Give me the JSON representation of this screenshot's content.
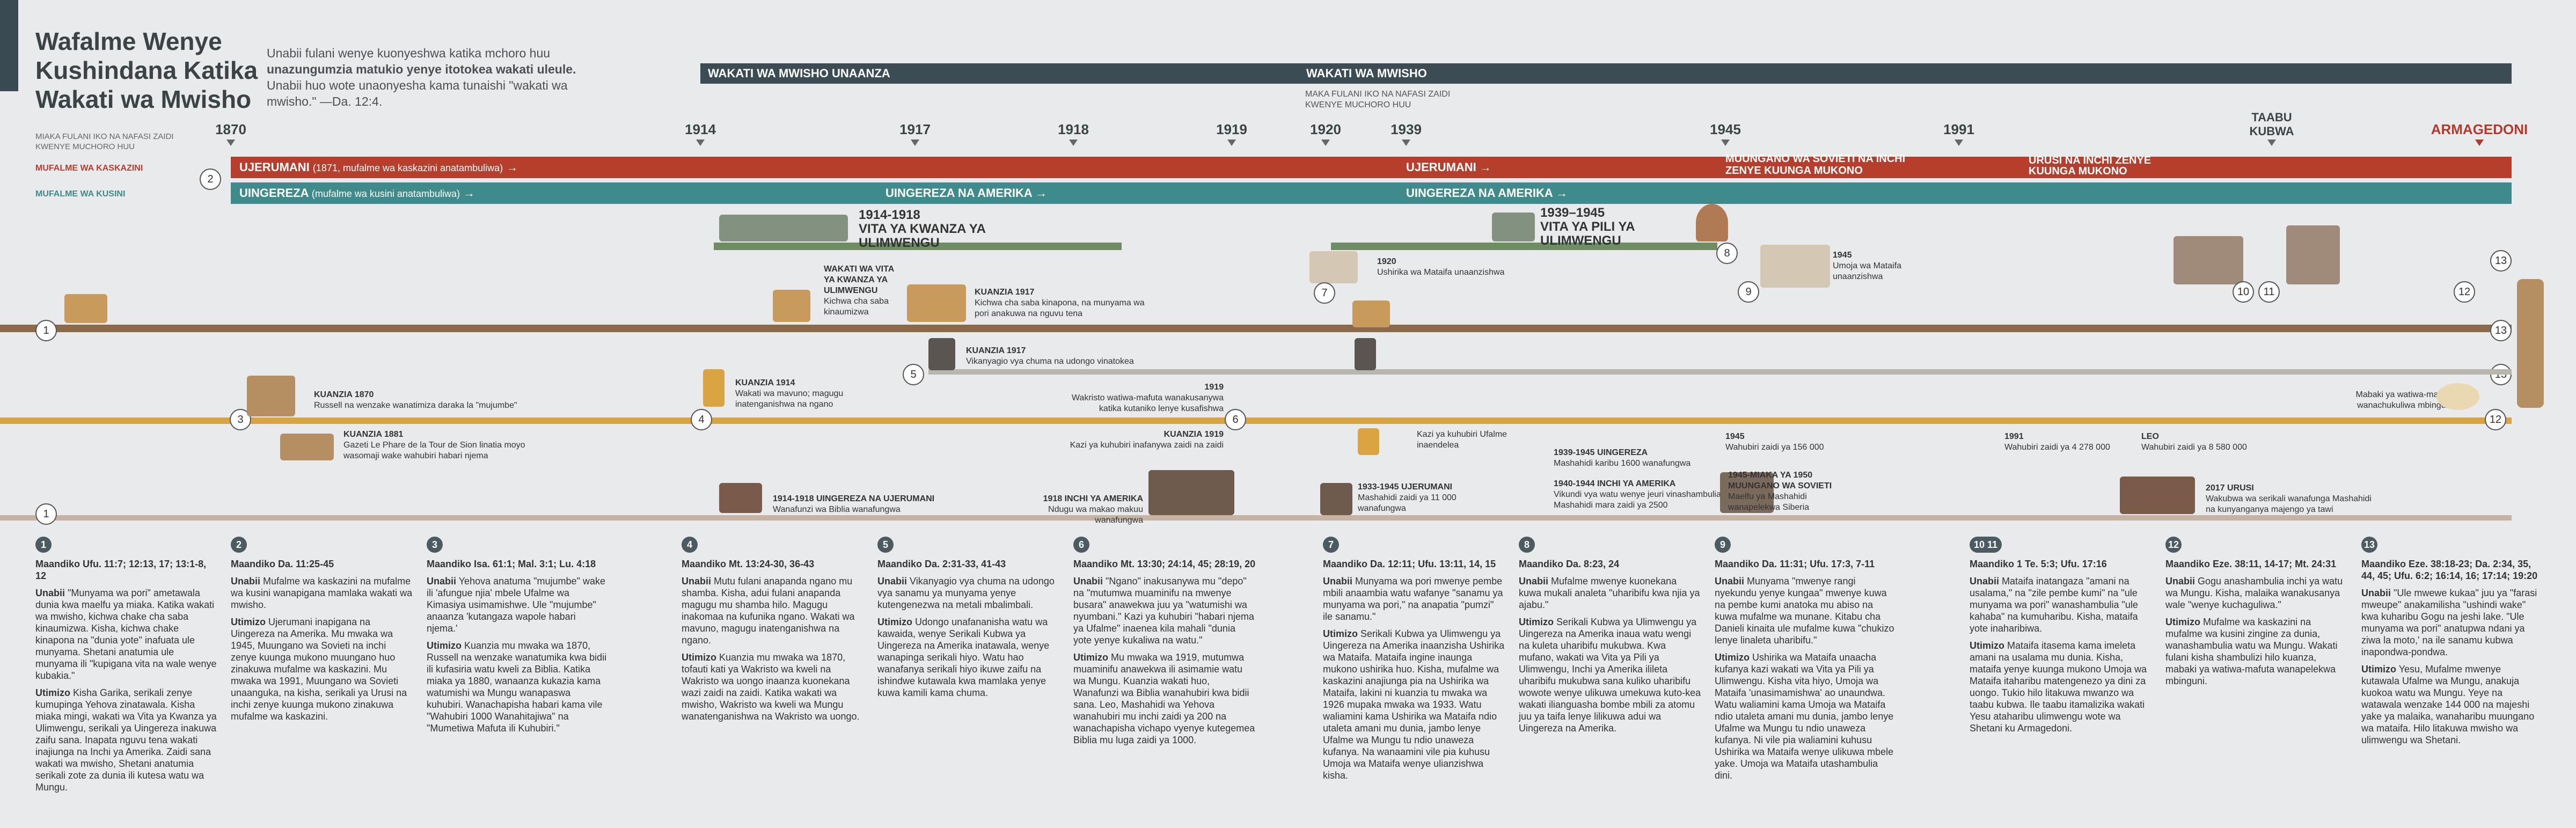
{
  "title": [
    "Wafalme Wenye",
    "Kushindana Katika",
    "Wakati wa Mwisho"
  ],
  "intro": {
    "lead": "Unabii fulani wenye kuonyeshwa katika mchoro huu",
    "bold": "unazungumzia matukio yenye itotokea wakati uleule.",
    "rest": "Unabii huo wote unaonyesha kama tunaishi \"wakati wa mwisho.\" —Da. 12:4."
  },
  "periods": {
    "first": "WAKATI WA MWISHO UNAANZA",
    "second": "WAKATI WA MWISHO",
    "second_note": "MAKA FULANI IKO NA NAFASI ZAIDI KWENYE MUCHORO HUU"
  },
  "axis_note": "MIAKA FULANI IKO NA NAFASI ZAIDI KWENYE MUCHORO HUU",
  "years": [
    "1870",
    "1914",
    "1917",
    "1918",
    "1919",
    "1920",
    "1939",
    "1945",
    "1991",
    "TAABU KUBWA",
    "ARMAGEDONI"
  ],
  "kings": {
    "north": "MUFALME WA KASKAZINI",
    "south": "MUFALME WA KUSINI"
  },
  "bands": {
    "red_1": "UJERUMANI",
    "red_1_note": "(1871, mufalme wa kaskazini anatambuliwa)",
    "red_2": "UJERUMANI",
    "red_3": "MUUNGANO WA SOVIETI NA INCHI ZENYE KUUNGA MUKONO",
    "red_4": "URUSI NA INCHI ZENYE KUUNGA MUKONO",
    "teal_1": "UINGEREZA",
    "teal_1_note": "(mufalme wa kusini anatambuliwa)",
    "teal_2": "UINGEREZA NA AMERIKA",
    "teal_3": "UINGEREZA NA AMERIKA"
  },
  "events": {
    "ww1_years": "1914-1918",
    "ww1": "VITA YA KWANZA YA ULIMWENGU",
    "ww2_years": "1939–1945",
    "ww2": "VITA YA PILI YA ULIMWENGU",
    "beast_title": "WAKATI WA VITA YA KWANZA YA ULIMWENGU",
    "beast_text": "Kichwa cha saba kinaumizwa",
    "k1917a_t": "KUANZIA 1917",
    "k1917a": "Kichwa cha saba kinapona, na munyama wa pori anakuwa na nguvu tena",
    "k1917b_t": "KUANZIA 1917",
    "k1917b": "Vikanyagio vya chuma na udongo vinatokea",
    "e1919_t": "1919",
    "e1919": "Wakristo watiwa-mafuta wanakusanywa katika kutaniko lenye kusafishwa",
    "e1920_t": "1920",
    "e1920": "Ushirika wa Mataifa unaanzishwa",
    "e1945_t": "1945",
    "e1945": "Umoja wa Mataifa unaanzishwa",
    "k1870_t": "KUANZIA 1870",
    "k1870": "Russell na wenzake wanatimiza daraka la \"mujumbe\"",
    "k1881_t": "KUANZIA 1881",
    "k1881": "Gazeti Le Phare de la Tour de Sion linatia moyo wasomaji wake wahubiri habari njema",
    "k1914_t": "KUANZIA 1914",
    "k1914": "Wakati wa mavuno; magugu inatenganishwa na ngano",
    "k1919_t": "KUANZIA 1919",
    "k1919": "Kazi ya kuhubiri inafanywa zaidi na zaidi",
    "end_t": "Mabaki ya watiwa-mafuta wanachukuliwa mbinguni",
    "un_pub": "Kazi ya kuhubiri Ufalme inaendelea",
    "pub1945_t": "1945",
    "pub1945": "Wahubiri zaidi ya 156 000",
    "pub1991_t": "1991",
    "pub1991": "Wahubiri zaidi ya 4 278 000",
    "leo_t": "LEO",
    "leo": "Wahubiri zaidi ya 8 580 000",
    "de1939_t": "1939-1945 UINGEREZA",
    "de1939": "Mashahidi karibu 1600 wanafungwa",
    "us1940_t": "1940-1944 INCHI YA AMERIKA",
    "us1940": "Vikundi vya watu wenye jeuri vinashambulia Mashahidi mara zaidi ya 2500",
    "de1933_t": "1933-1945 UJERUMANI",
    "de1933": "Mashahidi zaidi ya 11 000 wanafungwa",
    "ussr_t": "1945-MIAKA YA 1950 MUUNGANO WA SOVIETI",
    "ussr": "Maelfu ya Mashahidi wanapelekwa Siberia",
    "ru2017_t": "2017 URUSI",
    "ru2017": "Wakubwa wa serikali wanafunga Mashahidi na kunyanganya majengo ya tawi",
    "uk1914_t": "1914-1918 UINGEREZA NA UJERUMANI",
    "uk1914": "Wanafunzi wa Biblia wanafungwa",
    "us1918_t": "1918 INCHI YA AMERIKA",
    "us1918": "Ndugu wa makao makuu wanafungwa"
  },
  "columns": [
    {
      "num": "1",
      "ref": "Maandiko Ufu. 11:7; 12:13, 17; 13:1-8, 12",
      "unabii": "\"Munyama wa pori\" ametawala dunia kwa maelfu ya miaka. Katika wakati wa mwisho, kichwa chake cha saba kinaumizwa. Kisha, kichwa chake kinapona na \"dunia yote\" inafuata ule munyama. Shetani anatumia ule munyama ili \"kupigana vita na wale wenye kubakia.\"",
      "utimizo": "Kisha Garika, serikali zenye kumupinga Yehova zinatawala. Kisha miaka mingi, wakati wa Vita ya Kwanza ya Ulimwengu, serikali ya Uingereza inakuwa zaifu sana. Inapata nguvu tena wakati inajiunga na Inchi ya Amerika. Zaidi sana wakati wa mwisho, Shetani anatumia serikali zote za dunia ili kutesa watu wa Mungu."
    },
    {
      "num": "2",
      "ref": "Maandiko Da. 11:25-45",
      "unabii": "Mufalme wa kaskazini na mufalme wa kusini wanapigana mamlaka wakati wa mwisho.",
      "utimizo": "Ujerumani inapigana na Uingereza na Amerika. Mu mwaka wa 1945, Muungano wa Sovieti na inchi zenye kuunga mukono muungano huo zinakuwa mufalme wa kaskazini. Mu mwaka wa 1991, Muungano wa Sovieti unaanguka, na kisha, serikali ya Urusi na inchi zenye kuunga mukono zinakuwa mufalme wa kaskazini."
    },
    {
      "num": "3",
      "ref": "Maandiko Isa. 61:1; Mal. 3:1; Lu. 4:18",
      "unabii": "Yehova anatuma \"mujumbe\" wake ili 'afungue njia' mbele Ufalme wa Kimasiya usimamishwe. Ule \"mujumbe\" anaanza 'kutangaza wapole habari njema.'",
      "utimizo": "Kuanzia mu mwaka wa 1870, Russell na wenzake wanatumika kwa bidii ili kufasiria watu kweli za Biblia. Katika miaka ya 1880, wanaanza kukazia kama watumishi wa Mungu wanapaswa kuhubiri. Wanachapisha habari kama vile \"Wahubiri 1000 Wanahitajiwa\" na \"Mumetiwa Mafuta ili Kuhubiri.\""
    },
    {
      "num": "4",
      "ref": "Maandiko Mt. 13:24-30, 36-43",
      "unabii": "Mutu fulani anapanda ngano mu shamba. Kisha, adui fulani anapanda magugu mu shamba hilo. Magugu inakomaa na kufunika ngano. Wakati wa mavuno, magugu inatenganishwa na ngano.",
      "utimizo": "Kuanzia mu mwaka wa 1870, tofauti kati ya Wakristo wa kweli na Wakristo wa uongo inaanza kuonekana wazi zaidi na zaidi. Katika wakati wa mwisho, Wakristo wa kweli wa Mungu wanatenganishwa na Wakristo wa uongo."
    },
    {
      "num": "5",
      "ref": "Maandiko Da. 2:31-33, 41-43",
      "unabii": "Vikanyagio vya chuma na udongo vya sanamu ya munyama yenye kutengenezwa na metali mbalimbali.",
      "utimizo": "Udongo unafananisha watu wa kawaida, wenye Serikali Kubwa ya Uingereza na Amerika inatawala, wenye wanapinga serikali hiyo. Watu hao wanafanya serikali hiyo ikuwe zaifu na ishindwe kutawala kwa mamlaka yenye kuwa kamili kama chuma."
    },
    {
      "num": "6",
      "ref": "Maandiko Mt. 13:30; 24:14, 45; 28:19, 20",
      "unabii": "\"Ngano\" inakusanywa mu \"depo\" na \"mutumwa muaminifu na mwenye busara\" anawekwa juu ya \"watumishi wa nyumbani.\" Kazi ya kuhubiri \"habari njema ya Ufalme\" inaenea kila mahali \"dunia yote yenye kukaliwa na watu.\"",
      "utimizo": "Mu mwaka wa 1919, mutumwa muaminifu anawekwa ili asimamie watu wa Mungu. Kuanzia wakati huo, Wanafunzi wa Biblia wanahubiri kwa bidii sana. Leo, Mashahidi wa Yehova wanahubiri mu inchi zaidi ya 200 na wanachapisha vichapo vyenye kutegemea Biblia mu luga zaidi ya 1000."
    },
    {
      "num": "7",
      "ref": "Maandiko Da. 12:11; Ufu. 13:11, 14, 15",
      "unabii": "Munyama wa pori mwenye pembe mbili anaambia watu wafanye \"sanamu ya munyama wa pori,\" na anapatia \"pumzi\" ile sanamu.\"",
      "utimizo": "Serikali Kubwa ya Ulimwengu ya Uingereza na Amerika inaanzisha Ushirika wa Mataifa. Mataifa ingine inaunga mukono ushirika huo. Kisha, mufalme wa kaskazini anajiunga pia na Ushirika wa Mataifa, lakini ni kuanzia tu mwaka wa 1926 mupaka mwaka wa 1933. Watu waliamini kama Ushirika wa Mataifa ndio utaleta amani mu dunia, jambo lenye Ufalme wa Mungu tu ndio unaweza kufanya. Na wanaamini vile pia kuhusu Umoja wa Mataifa wenye ulianzishwa kisha."
    },
    {
      "num": "8",
      "ref": "Maandiko Da. 8:23, 24",
      "unabii": "Mufalme mwenye kuonekana kuwa mukali analeta \"uharibifu kwa njia ya ajabu.\"",
      "utimizo": "Serikali Kubwa ya Ulimwengu ya Uingereza na Amerika inaua watu wengi na kuleta uharibifu mukubwa. Kwa mufano, wakati wa Vita ya Pili ya Ulimwengu, Inchi ya Amerika ilileta uharibifu mukubwa sana kuliko uharibifu wowote wenye ulikuwa umekuwa kuto-kea wakati ilianguasha bombe mbili za atomu juu ya taifa lenye lilikuwa adui wa Uingereza na Amerika."
    },
    {
      "num": "9",
      "ref": "Maandiko Da. 11:31; Ufu. 17:3, 7-11",
      "unabii": "Munyama \"mwenye rangi nyekundu yenye kungaa\" mwenye kuwa na pembe kumi anatoka mu abiso na kuwa mufalme wa munane. Kitabu cha Danieli kinaita ule mufalme kuwa \"chukizo lenye linaleta uharibifu.\"",
      "utimizo": "Ushirika wa Mataifa unaacha kufanya kazi wakati wa Vita ya Pili ya Ulimwengu. Kisha vita hiyo, Umoja wa Mataifa 'unasimamishwa' ao unaundwa. Watu waliamini kama Umoja wa Mataifa ndio utaleta amani mu dunia, jambo lenye Ufalme wa Mungu tu ndio unaweza kufanya. Ni vile pia waliamini kuhusu Ushirika wa Mataifa wenye ulikuwa mbele yake. Umoja wa Mataifa utashambulia dini."
    },
    {
      "num": "10 11",
      "ref": "Maandiko 1 Te. 5:3; Ufu. 17:16",
      "unabii": "Mataifa inatangaza \"amani na usalama,\" na \"zile pembe kumi\" na \"ule munyama wa pori\" wanashambulia \"ule kahaba\" na kumuharibu. Kisha, mataifa yote inaharibiwa.",
      "utimizo": "Mataifa itasema kama imeleta amani na usalama mu dunia. Kisha, mataifa yenye kuunga mukono Umoja wa Mataifa itaharibu matengenezo ya dini za uongo. Tukio hilo litakuwa mwanzo wa taabu kubwa. Ile taabu itamalizika wakati Yesu ataharibu ulimwengu wote wa Shetani ku Armagedoni."
    },
    {
      "num": "12",
      "ref": "Maandiko Eze. 38:11, 14-17; Mt. 24:31",
      "unabii": "Gogu anashambulia inchi ya watu wa Mungu. Kisha, malaika wanakusanya wale \"wenye kuchaguliwa.\"",
      "utimizo": "Mufalme wa kaskazini na mufalme wa kusini zinginе za dunia, wanashambulia watu wa Mungu. Wakati fulani kisha shambulizi hilo kuanza, mabaki ya watiwa-mafuta wanapelekwa mbinguni."
    },
    {
      "num": "13",
      "ref": "Maandiko Eze. 38:18-23; Da. 2:34, 35, 44, 45; Ufu. 6:2; 16:14, 16; 17:14; 19:20",
      "unabii": "\"Ule mwewe kukaa\" juu ya \"farasi mweupe\" anakamilisha \"ushindi wake\" kwa kuharibu Gogu na jeshi lake. \"Ule munyama wa pori\" anatupwa ndani ya ziwa la moto,' na ile sanamu kubwa inapondwa-pondwa.",
      "utimizo": "Yesu, Mufalme mwenye kutawala Ufalme wa Mungu, anakuja kuokoa watu wa Mungu. Yeye na watawala wenzake 144 000 na majeshi yake ya malaika, wanaharibu muungano wa mataifa. Hilo litakuwa mwisho wa ulimwengu wa Shetani."
    }
  ],
  "labels": {
    "unabii": "Unabii",
    "utimizo": "Utimizo"
  },
  "colors": {
    "north": "#b53e2d",
    "south": "#3f8a8a",
    "dark": "#3b4c55",
    "gold": "#d9a441",
    "brown": "#8a6a4a"
  }
}
